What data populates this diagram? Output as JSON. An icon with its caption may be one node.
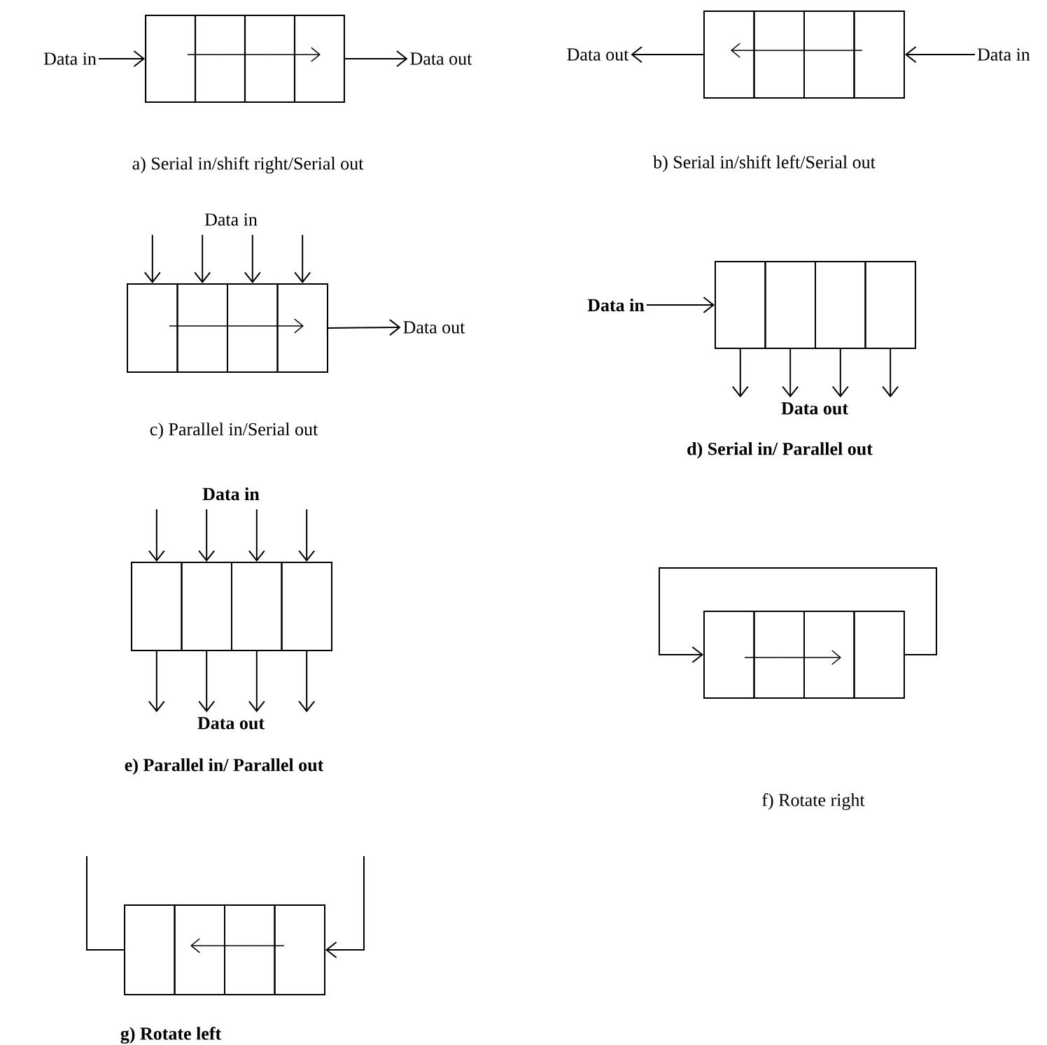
{
  "diagram": {
    "nodes": [
      {
        "text": [],
        "shape": "box"
      },
      {
        "text": [],
        "shape": "box",
        "in": 0
      },
      {
        "text": [],
        "shape": "box",
        "in": 0
      },
      {
        "text": [],
        "shape": "box",
        "in": 0
      },
      {
        "text": [],
        "shape": "box",
        "in": 0
      },
      {
        "text": [
          "Data in"
        ]
      },
      {
        "text": [
          "Data out"
        ]
      },
      {
        "text": [],
        "shape": "box"
      },
      {
        "text": [],
        "shape": "box",
        "in": 7
      },
      {
        "text": [],
        "shape": "box",
        "in": 7
      },
      {
        "text": [],
        "shape": "box",
        "in": 7
      },
      {
        "text": [],
        "shape": "box",
        "in": 7
      },
      {
        "text": [
          "Data out"
        ]
      },
      {
        "text": [
          "Data in"
        ]
      },
      {
        "text": [],
        "shape": "box"
      },
      {
        "text": [],
        "shape": "box",
        "in": 14
      },
      {
        "text": [],
        "shape": "box",
        "in": 14
      },
      {
        "text": [],
        "shape": "box",
        "in": 14
      },
      {
        "text": [],
        "shape": "box",
        "in": 14
      },
      {
        "text": [
          "Data in"
        ]
      },
      {
        "text": [
          "Data out"
        ]
      },
      {
        "text": [],
        "shape": "box"
      },
      {
        "text": [],
        "shape": "box",
        "in": 21
      },
      {
        "text": [],
        "shape": "box",
        "in": 21
      },
      {
        "text": [],
        "shape": "box",
        "in": 21
      },
      {
        "text": [],
        "shape": "box",
        "in": 21
      },
      {
        "text": [
          "Data in"
        ]
      },
      {
        "text": [
          "Data out"
        ]
      },
      {
        "text": [],
        "shape": "box"
      },
      {
        "text": [],
        "shape": "box",
        "in": 28
      },
      {
        "text": [],
        "shape": "box",
        "in": 28
      },
      {
        "text": [],
        "shape": "box",
        "in": 28
      },
      {
        "text": [],
        "shape": "box",
        "in": 28
      },
      {
        "text": [
          "Data in"
        ]
      },
      {
        "text": [
          "Data out"
        ]
      },
      {
        "text": [],
        "shape": "box"
      },
      {
        "text": [],
        "shape": "box",
        "in": 35
      },
      {
        "text": [],
        "shape": "box",
        "in": 35
      },
      {
        "text": [],
        "shape": "box",
        "in": 35
      },
      {
        "text": [],
        "shape": "box",
        "in": 35
      },
      {
        "text": [],
        "shape": "box"
      },
      {
        "text": [],
        "shape": "box",
        "in": 40
      },
      {
        "text": [],
        "shape": "box",
        "in": 40
      },
      {
        "text": [],
        "shape": "box",
        "in": 40
      },
      {
        "text": [],
        "shape": "box",
        "in": 40
      }
    ],
    "edges": [
      {
        "from": 5,
        "to": 1,
        "arrow": "to"
      },
      {
        "from": 4,
        "to": 6,
        "arrow": "to"
      },
      {
        "from": 13,
        "to": 11,
        "arrow": "to"
      },
      {
        "from": 8,
        "to": 12,
        "arrow": "to"
      },
      {
        "from": 19,
        "to": 15,
        "arrow": "to"
      },
      {
        "from": 19,
        "to": 16,
        "arrow": "to"
      },
      {
        "from": 19,
        "to": 17,
        "arrow": "to"
      },
      {
        "from": 19,
        "to": 18,
        "arrow": "to"
      },
      {
        "from": 18,
        "to": 20,
        "arrow": "to"
      },
      {
        "from": 26,
        "to": 22,
        "arrow": "to"
      },
      {
        "from": 22,
        "to": 27,
        "arrow": "to"
      },
      {
        "from": 23,
        "to": 27,
        "arrow": "to"
      },
      {
        "from": 24,
        "to": 27,
        "arrow": "to"
      },
      {
        "from": 25,
        "to": 27,
        "arrow": "to"
      },
      {
        "from": 33,
        "to": 29,
        "arrow": "to"
      },
      {
        "from": 33,
        "to": 30,
        "arrow": "to"
      },
      {
        "from": 33,
        "to": 31,
        "arrow": "to"
      },
      {
        "from": 33,
        "to": 32,
        "arrow": "to"
      },
      {
        "from": 29,
        "to": 34,
        "arrow": "to"
      },
      {
        "from": 30,
        "to": 34,
        "arrow": "to"
      },
      {
        "from": 31,
        "to": 34,
        "arrow": "to"
      },
      {
        "from": 32,
        "to": 34,
        "arrow": "to"
      },
      {
        "from": 39,
        "to": 36,
        "arrow": "to"
      },
      {
        "from": null,
        "to": 44,
        "arrow": "to"
      },
      {
        "from": 41,
        "to": null,
        "arrow": "none"
      },
      {
        "from": 1,
        "to": 2,
        "arrow": "none"
      },
      {
        "from": 2,
        "to": 3,
        "arrow": "none"
      },
      {
        "from": 3,
        "to": 4,
        "arrow": "to"
      },
      {
        "from": 11,
        "to": 10,
        "arrow": "none"
      },
      {
        "from": 10,
        "to": 9,
        "arrow": "none"
      },
      {
        "from": 9,
        "to": 8,
        "arrow": "to"
      },
      {
        "from": 15,
        "to": 16,
        "arrow": "none"
      },
      {
        "from": 16,
        "to": 17,
        "arrow": "none"
      },
      {
        "from": 17,
        "to": 18,
        "arrow": "to"
      },
      {
        "from": 36,
        "to": 37,
        "arrow": "none"
      },
      {
        "from": 37,
        "to": 38,
        "arrow": "to"
      },
      {
        "from": 44,
        "to": 43,
        "arrow": "none"
      },
      {
        "from": 43,
        "to": 42,
        "arrow": "to"
      }
    ],
    "labels": [
      "a) Serial in/shift right/Serial out",
      "b) Serial in/shift left/Serial out",
      "c) Parallel in/Serial out",
      "d) Serial in/ Parallel out",
      "e) Parallel in/ Parallel out",
      "f) Rotate right",
      "g) Rotate left"
    ]
  }
}
